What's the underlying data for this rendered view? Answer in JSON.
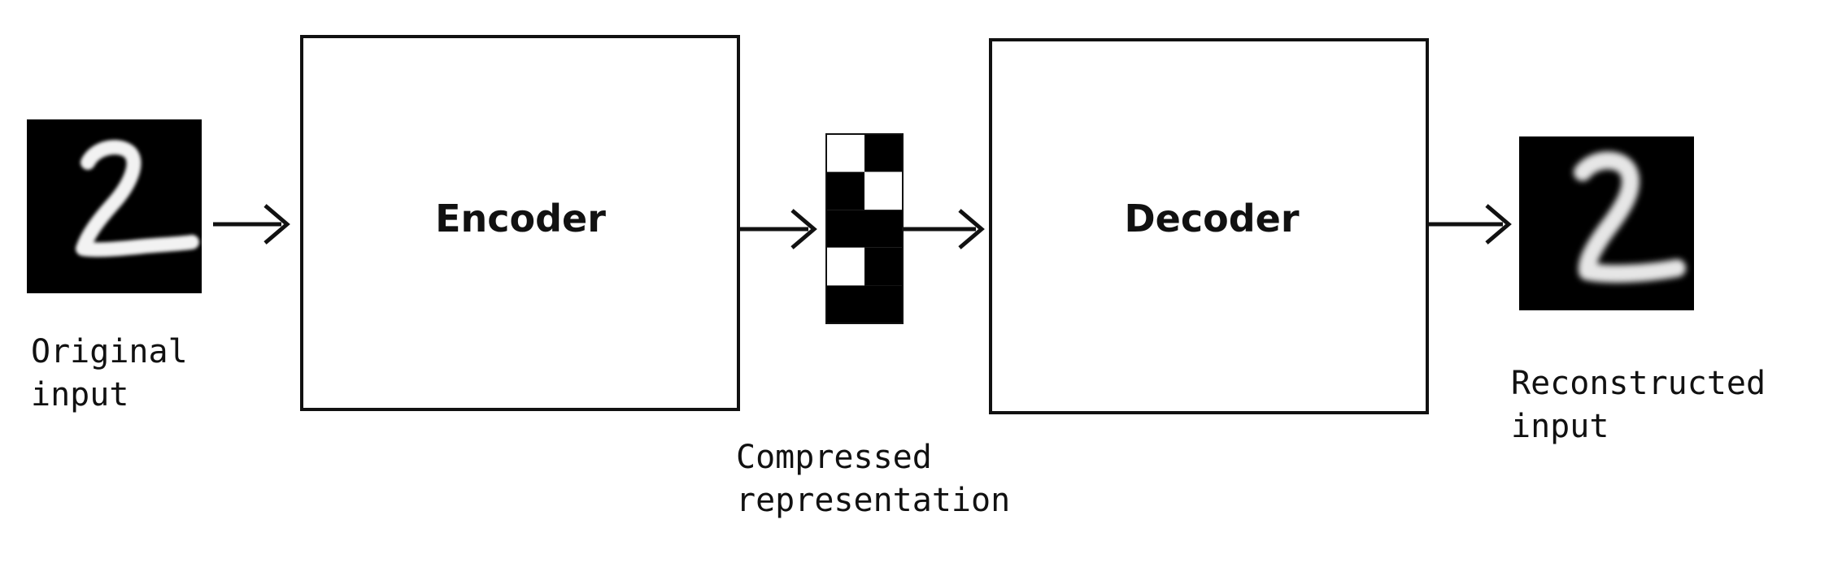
{
  "nodes": {
    "original_input": {
      "line1": "Original",
      "line2": "input"
    },
    "encoder": {
      "label": "Encoder"
    },
    "compressed": {
      "line1": "Compressed",
      "line2": "representation"
    },
    "decoder": {
      "label": "Decoder"
    },
    "reconstructed_input": {
      "line1": "Reconstructed",
      "line2": "input"
    }
  },
  "code_grid": {
    "cells": [
      [
        1,
        0
      ],
      [
        0,
        1
      ],
      [
        0,
        0
      ],
      [
        1,
        0
      ],
      [
        0,
        0
      ]
    ]
  },
  "colors": {
    "stroke": "#111111",
    "image_background": "#000000",
    "digit": "#f2f2f2",
    "cell_on": "#ffffff",
    "cell_off": "#000000"
  }
}
